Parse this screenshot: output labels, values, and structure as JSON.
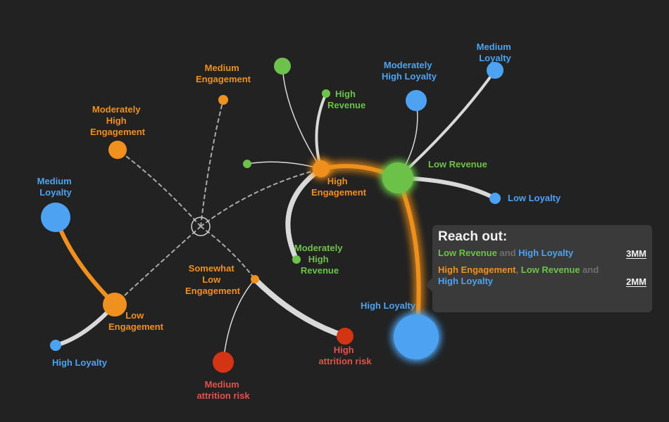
{
  "colors": {
    "background": "#222222",
    "orange": "#f0901e",
    "green": "#6cc24a",
    "blue": "#4da3f2",
    "red": "#d33414",
    "red_text": "#e0524a",
    "gray_line": "#d9d9d9",
    "dashed": "#aaaaaa"
  },
  "labels": {
    "medium_engagement": [
      "Medium",
      "Engagement"
    ],
    "mod_high_engagement": [
      "Moderately",
      "High",
      "Engagement"
    ],
    "medium_loyalty_left": [
      "Medium",
      "Loyalty"
    ],
    "low_engagement": [
      "Low",
      "Engagement"
    ],
    "high_loyalty_bottom_left": [
      "High Loyalty"
    ],
    "somewhat_low_engagement": [
      "Somewhat",
      "Low",
      "Engagement"
    ],
    "medium_attrition": [
      "Medium",
      "attrition risk"
    ],
    "high_attrition": [
      "High",
      "attrition risk"
    ],
    "high_engagement": [
      "High",
      "Engagement"
    ],
    "high_revenue": [
      "High",
      "Revenue"
    ],
    "mod_high_revenue": [
      "Moderately",
      "High",
      "Revenue"
    ],
    "low_revenue": [
      "Low Revenue"
    ],
    "mod_high_loyalty": [
      "Moderately",
      "High Loyalty"
    ],
    "medium_loyalty_top": [
      "Medium",
      "Loyalty"
    ],
    "low_loyalty": [
      "Low Loyalty"
    ],
    "high_loyalty_big": [
      "High Loyalty"
    ]
  },
  "reach_out": {
    "title": "Reach out:",
    "row1": {
      "part1": "Low Revenue",
      "sep1": " and ",
      "part2": "High Loyalty",
      "amount": "3MM"
    },
    "row2": {
      "part1": "High Engagement",
      "sep1": ", ",
      "part2": "Low Revenue",
      "sep2": " and ",
      "part3": "High Loyalty",
      "amount": "2MM"
    }
  }
}
